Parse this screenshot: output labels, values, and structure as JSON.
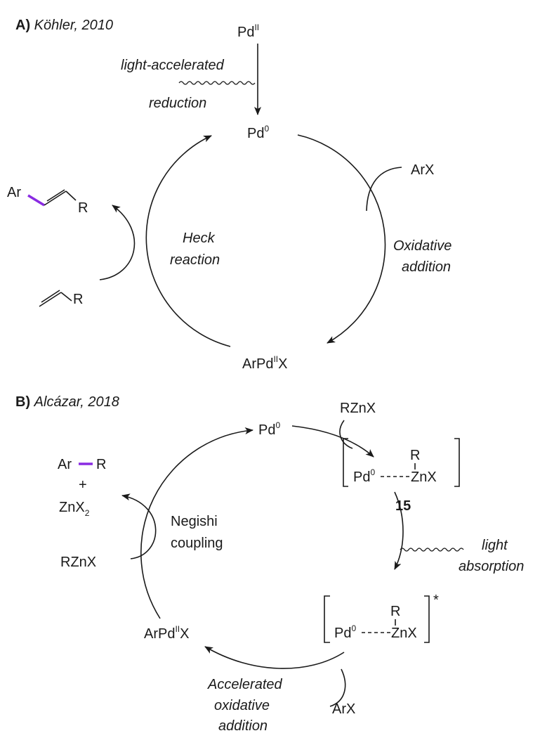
{
  "panel_a": {
    "heading_letter": "A)",
    "heading_citation": "Köhler, 2010",
    "top_label": "Pd",
    "top_label_sup": "II",
    "wavy_label_1": "light-accelerated",
    "wavy_label_2": "reduction",
    "catalyst": "Pd",
    "catalyst_sup": "0",
    "reagent_arx": "ArX",
    "oxidative_1": "Oxidative",
    "oxidative_2": "addition",
    "intermediate_pre": "ArPd",
    "intermediate_sup": "II",
    "intermediate_post": "X",
    "heck_1": "Heck",
    "heck_2": "reaction",
    "product_ar": "Ar",
    "product_r": "R",
    "alkene_r": "R"
  },
  "panel_b": {
    "heading_letter": "B)",
    "heading_citation": "Alcázar, 2018",
    "catalyst": "Pd",
    "catalyst_sup": "0",
    "reagent_rznx_top": "RZnX",
    "complex_r": "R",
    "complex_pd": "Pd",
    "complex_pd_sup": "0",
    "complex_znx": "ZnX",
    "complex_number": "15",
    "light_1": "light",
    "light_2": "absorption",
    "excited_r": "R",
    "excited_pd": "Pd",
    "excited_pd_sup": "0",
    "excited_znx": "ZnX",
    "excited_star": "*",
    "intermediate_pre": "ArPd",
    "intermediate_sup": "II",
    "intermediate_post": "X",
    "accel_1": "Accelerated",
    "accel_2": "oxidative",
    "accel_3": "addition",
    "reagent_arx": "ArX",
    "negishi_1": "Negishi",
    "negishi_2": "coupling",
    "product_ar": "Ar",
    "product_r": "R",
    "plus": "+",
    "znx2_base": "ZnX",
    "znx2_sub": "2",
    "reagent_rznx_left": "RZnX"
  },
  "colors": {
    "highlight_bond": "#8a2be2",
    "ink": "#1a1a1a"
  }
}
